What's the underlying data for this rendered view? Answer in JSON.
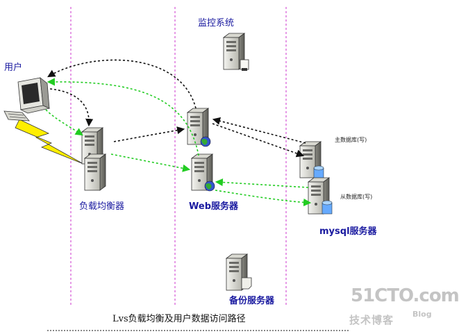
{
  "labels": {
    "user": "用户",
    "load_balancer": "负载均衡器",
    "monitoring": "监控系统",
    "web_servers": "Web服务器",
    "master_db": "主数据库(写)",
    "slave_db": "从数据库(写)",
    "mysql_servers": "mysql服务器",
    "backup_server": "备份服务器"
  },
  "caption": "Lvs负载均衡及用户数据访问路径",
  "watermark": {
    "main": "51CTO.com",
    "sub": "技术博客",
    "blog": "Blog"
  },
  "colors": {
    "column_divider": "#cc33cc",
    "request_path": "#111111",
    "response_path": "#22cc22",
    "lightning": "#ffee00",
    "label_text": "#1a1aa0"
  }
}
